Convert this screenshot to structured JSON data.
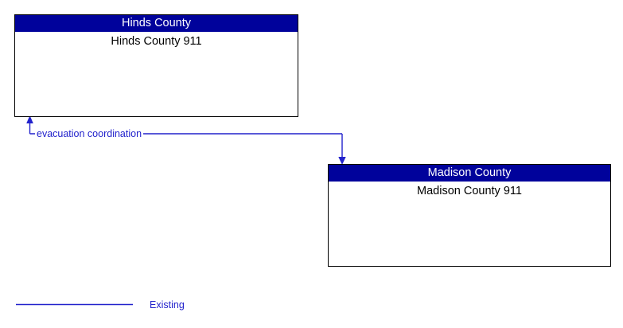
{
  "diagram": {
    "background_color": "#ffffff",
    "nodes": [
      {
        "id": "hinds",
        "header": "Hinds County",
        "body": "Hinds County 911",
        "header_color": "#00029b",
        "header_text_color": "#ffffff",
        "body_text_color": "#000000",
        "border_color": "#000000"
      },
      {
        "id": "madison",
        "header": "Madison County",
        "body": "Madison County 911",
        "header_color": "#00029b",
        "header_text_color": "#ffffff",
        "body_text_color": "#000000",
        "border_color": "#000000"
      }
    ],
    "flows": [
      {
        "label": "evacuation coordination",
        "color": "#2222cc",
        "from": "madison",
        "to": "hinds",
        "style": "existing"
      }
    ],
    "legend": [
      {
        "label": "Existing",
        "color": "#2222cc",
        "line_style": "solid"
      }
    ]
  }
}
